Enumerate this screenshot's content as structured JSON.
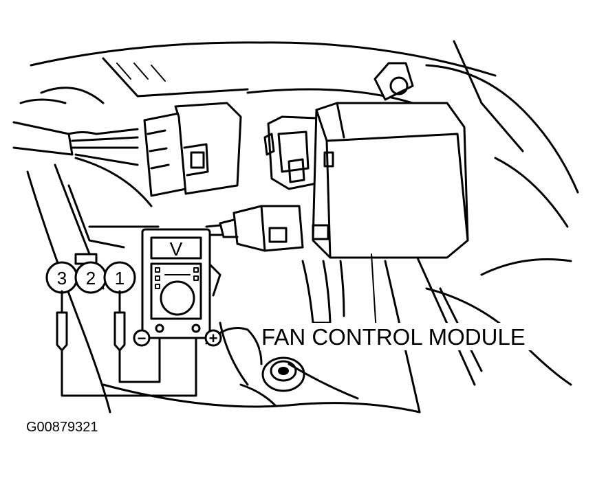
{
  "diagram": {
    "callout_label": "FAN CONTROL MODULE",
    "figure_id": "G00879321",
    "connector_pins": [
      "3",
      "2",
      "1"
    ],
    "meter_symbol": "V",
    "meter_terminals": [
      "−",
      "+"
    ]
  }
}
